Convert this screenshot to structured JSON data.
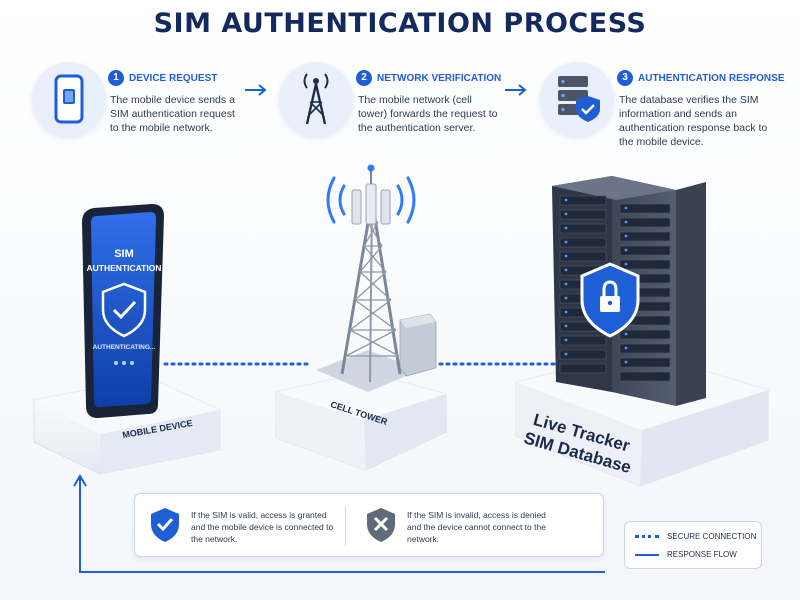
{
  "title": "SIM AUTHENTICATION PROCESS",
  "steps": [
    {
      "num": "1",
      "title": "DEVICE REQUEST",
      "desc": "The mobile device sends a SIM authentication request to the mobile network."
    },
    {
      "num": "2",
      "title": "NETWORK VERIFICATION",
      "desc": "The mobile network (cell tower) forwards the request to the authentication server."
    },
    {
      "num": "3",
      "title": "AUTHENTICATION RESPONSE",
      "desc": "The database verifies the SIM information and sends an authentication response back to the mobile device."
    }
  ],
  "phone": {
    "screen_title_1": "SIM",
    "screen_title_2": "AUTHENTICATION",
    "status": "AUTHENTICATING...",
    "label": "MOBILE DEVICE"
  },
  "tower": {
    "label": "CELL TOWER"
  },
  "database": {
    "label_1": "Live Tracker",
    "label_2": "SIM Database"
  },
  "results": {
    "valid": "If the SIM is valid, access is granted and the mobile device is connected to the network.",
    "invalid": "If the SIM is invalid, access is denied and the device cannot connect to the network."
  },
  "legend": {
    "secure": "SECURE CONNECTION",
    "response": "RESPONSE FLOW"
  },
  "colors": {
    "accent": "#1f5fd6",
    "navy": "#142a5c",
    "server": "#4a5568",
    "deny": "#5f6b7a"
  }
}
